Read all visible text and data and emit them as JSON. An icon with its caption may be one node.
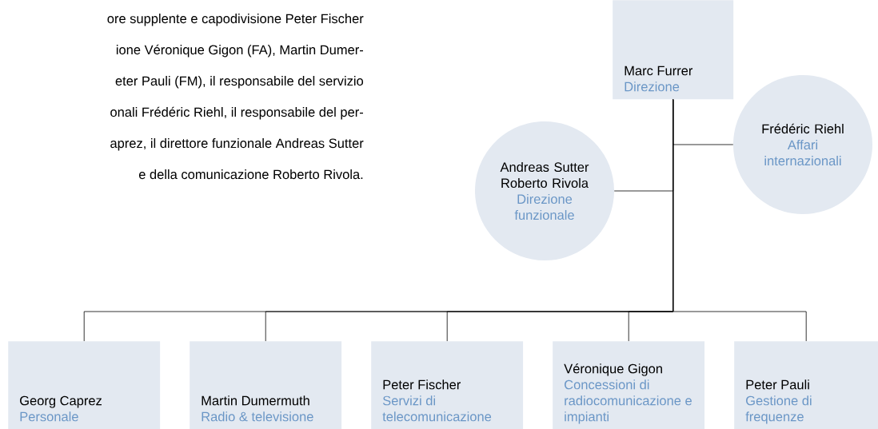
{
  "diagram": {
    "nodes": [
      {
        "text": [
          "Marc Furrer",
          "Direzione"
        ]
      },
      {
        "text": [
          "Frédéric Riehl",
          "Affari internazionali"
        ]
      },
      {
        "text": [
          "Andreas Sutter Roberto Rivola",
          "Direzione funzionale"
        ]
      },
      {
        "text": [
          "Georg Caprez",
          "Personale"
        ]
      },
      {
        "text": [
          "Martin Dumermuth",
          "Radio & televisione"
        ]
      },
      {
        "text": [
          "Peter Fischer",
          "Servizi di telecomunicazione"
        ]
      },
      {
        "text": [
          "Véronique Gigon",
          "Concessioni di radiocomunicazione e impianti"
        ]
      },
      {
        "text": [
          "Peter Pauli",
          "Gestione di frequenze"
        ]
      }
    ],
    "edges": [
      {
        "from": 0,
        "to": 1,
        "arrow": "none"
      },
      {
        "from": 0,
        "to": 2,
        "arrow": "none"
      },
      {
        "from": 0,
        "to": 3,
        "arrow": "none"
      },
      {
        "from": 0,
        "to": 4,
        "arrow": "none"
      },
      {
        "from": 0,
        "to": 5,
        "arrow": "none"
      },
      {
        "from": 0,
        "to": 6,
        "arrow": "none"
      },
      {
        "from": 0,
        "to": 7,
        "arrow": "none"
      }
    ],
    "labels": [
      "ore supplente e capodivisione Peter Fischer",
      "ione Véronique Gigon (FA), Martin Dumer-",
      "eter Pauli (FM), il responsabile del servizio",
      "onali Frédéric Riehl, il responsabile del per-",
      "aprez, il direttore funzionale Andreas Sutter",
      "e della comunicazione Roberto Rivola."
    ]
  }
}
